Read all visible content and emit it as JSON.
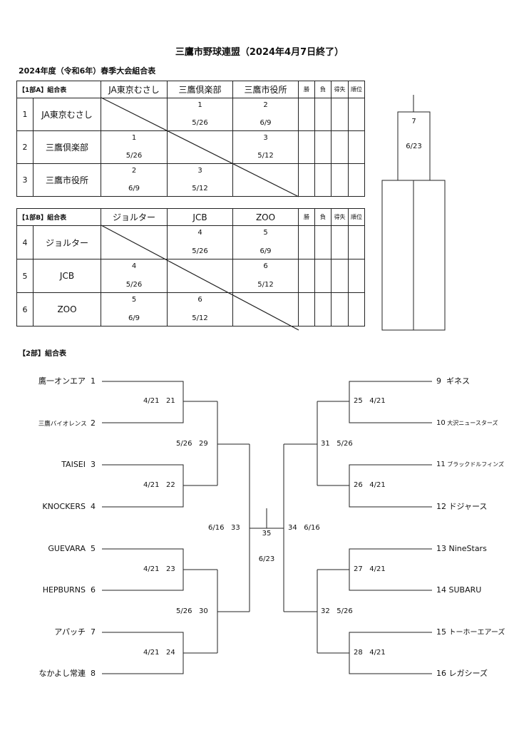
{
  "title": "三鷹市野球連盟（2024年4月7日終了）",
  "subtitle": "2024年度（令和6年）春季大会組合表",
  "stat_headers": [
    "勝",
    "負",
    "得失",
    "順位"
  ],
  "leagueA": {
    "caption": "【1部A】組合表",
    "teams": [
      {
        "no": "1",
        "name": "JA東京むさし"
      },
      {
        "no": "2",
        "name": "三鷹倶楽部"
      },
      {
        "no": "3",
        "name": "三鷹市役所"
      }
    ],
    "matches": [
      [
        null,
        {
          "round": "1",
          "date": "5/26"
        },
        {
          "round": "2",
          "date": "6/9"
        }
      ],
      [
        {
          "round": "1",
          "date": "5/26"
        },
        null,
        {
          "round": "3",
          "date": "5/12"
        }
      ],
      [
        {
          "round": "2",
          "date": "6/9"
        },
        {
          "round": "3",
          "date": "5/12"
        },
        null
      ]
    ]
  },
  "leagueB": {
    "caption": "【1部B】組合表",
    "teams": [
      {
        "no": "4",
        "name": "ジョルター"
      },
      {
        "no": "5",
        "name": "JCB"
      },
      {
        "no": "6",
        "name": "ZOO"
      }
    ],
    "matches": [
      [
        null,
        {
          "round": "4",
          "date": "5/26"
        },
        {
          "round": "5",
          "date": "6/9"
        }
      ],
      [
        {
          "round": "4",
          "date": "5/26"
        },
        null,
        {
          "round": "6",
          "date": "5/12"
        }
      ],
      [
        {
          "round": "5",
          "date": "6/9"
        },
        {
          "round": "6",
          "date": "5/12"
        },
        null
      ]
    ]
  },
  "div1_final": {
    "game": "7",
    "date": "6/23"
  },
  "div2": {
    "caption": "【2部】組合表",
    "left_teams": [
      {
        "no": "1",
        "name": "鷹一オンエア"
      },
      {
        "no": "2",
        "name": "三鷹バイオレンス"
      },
      {
        "no": "3",
        "name": "TAISEI"
      },
      {
        "no": "4",
        "name": "KNOCKERS"
      },
      {
        "no": "5",
        "name": "GUEVARA"
      },
      {
        "no": "6",
        "name": "HEPBURNS"
      },
      {
        "no": "7",
        "name": "アパッチ"
      },
      {
        "no": "8",
        "name": "なかよし常連"
      }
    ],
    "right_teams": [
      {
        "no": "9",
        "name": "ギネス"
      },
      {
        "no": "10",
        "name": "大沢ニュースターズ"
      },
      {
        "no": "11",
        "name": "ブラックドルフィンズ"
      },
      {
        "no": "12",
        "name": "ドジャース"
      },
      {
        "no": "13",
        "name": "NineStars"
      },
      {
        "no": "14",
        "name": "SUBARU"
      },
      {
        "no": "15",
        "name": "トーホーエアーズ"
      },
      {
        "no": "16",
        "name": "レガシーズ"
      }
    ],
    "games": {
      "g21": {
        "no": "21",
        "date": "4/21"
      },
      "g22": {
        "no": "22",
        "date": "4/21"
      },
      "g23": {
        "no": "23",
        "date": "4/21"
      },
      "g24": {
        "no": "24",
        "date": "4/21"
      },
      "g25": {
        "no": "25",
        "date": "4/21"
      },
      "g26": {
        "no": "26",
        "date": "4/21"
      },
      "g27": {
        "no": "27",
        "date": "4/21"
      },
      "g28": {
        "no": "28",
        "date": "4/21"
      },
      "g29": {
        "no": "29",
        "date": "5/26"
      },
      "g30": {
        "no": "30",
        "date": "5/26"
      },
      "g31": {
        "no": "31",
        "date": "5/26"
      },
      "g32": {
        "no": "32",
        "date": "5/26"
      },
      "g33": {
        "no": "33",
        "date": "6/16"
      },
      "g34": {
        "no": "34",
        "date": "6/16"
      },
      "g35": {
        "no": "35",
        "date": "6/23"
      }
    }
  }
}
